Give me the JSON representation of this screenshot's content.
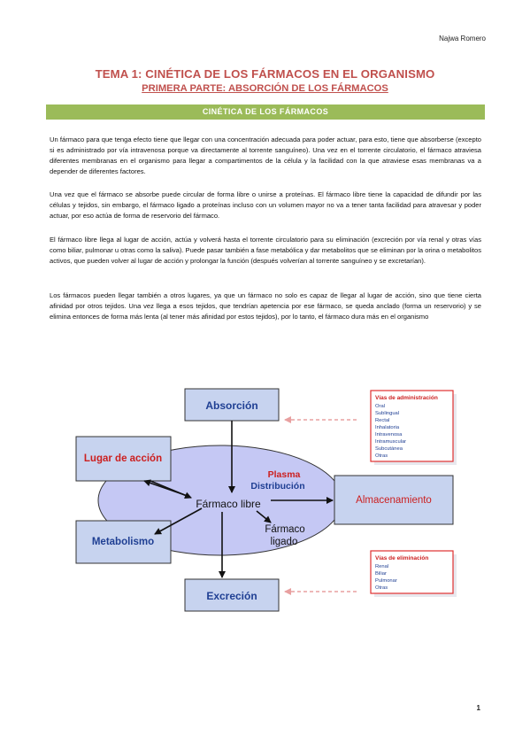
{
  "header": {
    "author": "Najwa Romero"
  },
  "title": "TEMA 1: CINÉTICA DE LOS FÁRMACOS EN EL ORGANISMO",
  "subtitle": "PRIMERA PARTE: ABSORCIÓN DE LOS FÁRMACOS",
  "section_banner": "CINÉTICA DE LOS FÁRMACOS",
  "paragraphs": [
    "Un fármaco para que tenga efecto tiene que llegar con una concentración adecuada para poder actuar, para esto, tiene que absorberse (excepto si es administrado por vía intravenosa porque va directamente al torrente sanguíneo). Una vez en el torrente circulatorio, el fármaco atraviesa diferentes membranas en el organismo para llegar a compartimentos de la célula y la facilidad con la que atraviese esas membranas va a depender de diferentes factores.",
    "Una vez que el fármaco se absorbe puede circular de forma libre o unirse a proteínas. El fármaco libre tiene la capacidad de difundir por las células y tejidos, sin embargo, el fármaco ligado a proteínas incluso con un volumen mayor no va a tener tanta facilidad para atravesar y poder actuar, por eso actúa de forma de reservorio del fármaco.",
    "El fármaco libre llega al lugar de acción, actúa y volverá hasta el torrente circulatorio para su eliminación (excreción por vía renal y otras vías como biliar, pulmonar u otras como la saliva). Puede pasar también a fase metabólica y dar metabolitos que se eliminan por la orina o metabolitos activos, que pueden volver al lugar de acción y prolongar la función (después volverían al torrente sanguíneo y se excretarían).",
    "Los fármacos pueden llegar también a otros lugares, ya que un fármaco no solo es capaz de llegar al lugar de acción, sino que tiene cierta afinidad por otros tejidos. Una vez llega a esos tejidos, que tendrían apetencia por ese fármaco, se queda anclado (forma un reservorio) y se elimina entonces de forma más lenta (al tener más afinidad por estos tejidos), por lo tanto, el fármaco dura más en el organismo"
  ],
  "diagram": {
    "boxes": {
      "absorcion": "Absorción",
      "lugar_accion": "Lugar de acción",
      "metabolismo": "Metabolismo",
      "almacenamiento": "Almacenamiento",
      "excrecion": "Excreción"
    },
    "center": {
      "plasma": "Plasma",
      "distribucion": "Distribución",
      "farmaco_libre": "Fármaco libre",
      "farmaco_ligado_1": "Fármaco",
      "farmaco_ligado_2": "ligado"
    },
    "vias_administracion": {
      "title": "Vías de administración",
      "items": [
        "Oral",
        "Sublingual",
        "Rectal",
        "Inhalatoria",
        "Intravenosa",
        "Intramuscular",
        "Subcutánea",
        "Otras"
      ]
    },
    "vias_eliminacion": {
      "title": "Vías de eliminación",
      "items": [
        "Renal",
        "Biliar",
        "Pulmonar",
        "Otras"
      ]
    },
    "colors": {
      "box_fill": "#c7d3ef",
      "ellipse_fill": "#c5c8f4",
      "red_text": "#cc1f1f",
      "blue_text": "#1f3f93",
      "legend_border": "#e03030",
      "arrow": "#111111",
      "dashed_arrow": "#e8a0a0"
    }
  },
  "page_number": "1"
}
